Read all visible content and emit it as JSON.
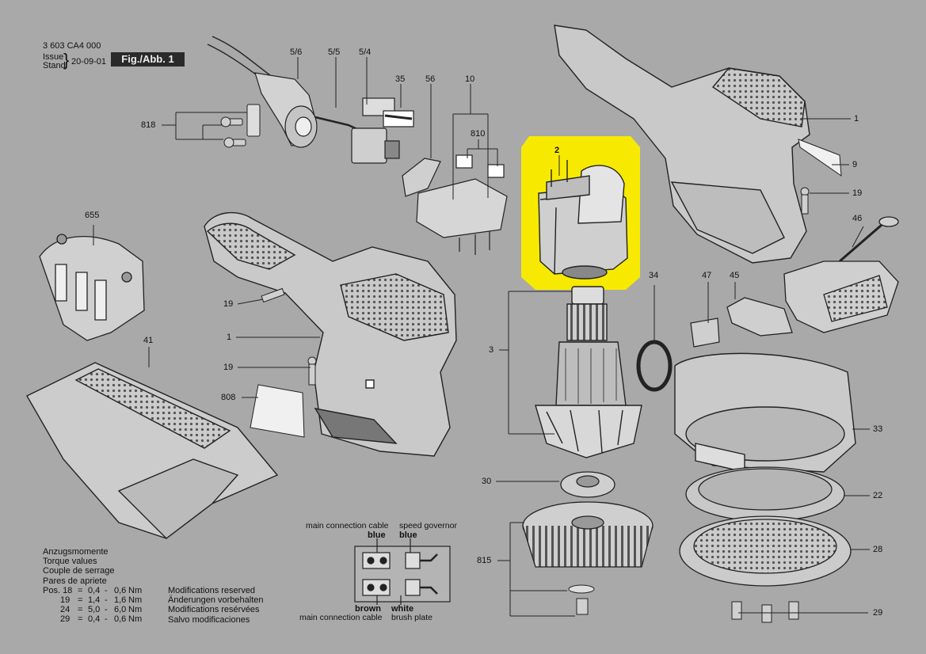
{
  "header": {
    "doc_number": "3 603 CA4 000",
    "issue_label": "Issue",
    "stand_label": "Stand",
    "date": "20-09-01",
    "figure": "Fig./Abb. 1"
  },
  "highlight_color": "#f7ea00",
  "part_labels": {
    "p5_6": "5/6",
    "p5_5": "5/5",
    "p5_4": "5/4",
    "p35": "35",
    "p56": "56",
    "p10": "10",
    "p818": "818",
    "p810": "810",
    "p2": "2",
    "p1_right": "1",
    "p9": "9",
    "p19_right": "19",
    "p46": "46",
    "p655": "655",
    "p19_a": "19",
    "p1_left": "1",
    "p41": "41",
    "p19_b": "19",
    "p808": "808",
    "p34": "34",
    "p47": "47",
    "p45": "45",
    "p3": "3",
    "p33": "33",
    "p30": "30",
    "p22": "22",
    "p28": "28",
    "p815": "815",
    "p29": "29"
  },
  "wiring": {
    "main_cable_top": "main connection cable",
    "speed_governor": "speed governor",
    "blue_left": "blue",
    "blue_right": "blue",
    "brown": "brown",
    "white": "white",
    "main_cable_bottom": "main connection cable",
    "brush_plate": "brush plate"
  },
  "torque": {
    "lines": [
      "Anzugsmomente",
      "Torque values",
      "Couple de serrage",
      "Pares de apriete"
    ],
    "rows": [
      {
        "pos": "Pos. 18",
        "eq": "=",
        "min": "0,4",
        "dash": "-",
        "max": "0,6",
        "unit": "Nm"
      },
      {
        "pos": "19",
        "eq": "=",
        "min": "1,4",
        "dash": "-",
        "max": "1,6",
        "unit": "Nm"
      },
      {
        "pos": "24",
        "eq": "=",
        "min": "5,0",
        "dash": "-",
        "max": "6,0",
        "unit": "Nm"
      },
      {
        "pos": "29",
        "eq": "=",
        "min": "0,4",
        "dash": "-",
        "max": "0,6",
        "unit": "Nm"
      }
    ]
  },
  "modifications": [
    "Modifications reserved",
    "Änderungen vorbehalten",
    "Modifications resérvées",
    "Salvo modificaciones"
  ]
}
